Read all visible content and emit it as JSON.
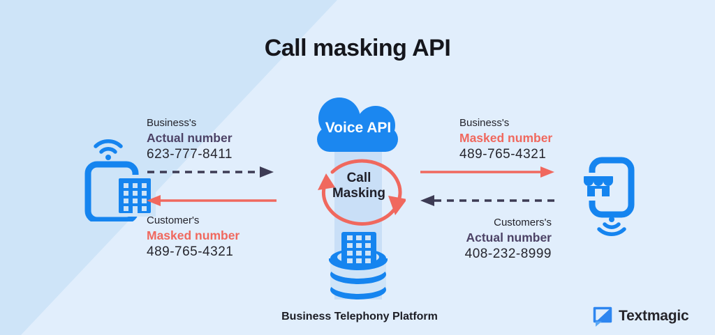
{
  "title": "Call masking API",
  "colors": {
    "blue": "#1584EF",
    "light_blue_column": "#C9DFF7",
    "salmon": "#F0685E",
    "navy_dashed": "#3D3B54",
    "dark_text": "#26262E",
    "purple_bold": "#4C4266",
    "background": "#CEE4F8",
    "background_light": "#E1EEFC"
  },
  "left_flow": {
    "top": {
      "owner": "Business's",
      "kind": "Actual number",
      "number": "623-777-8411"
    },
    "bottom": {
      "owner": "Customer's",
      "kind": "Masked number",
      "number": "489-765-4321"
    }
  },
  "right_flow": {
    "top": {
      "owner": "Business's",
      "kind": "Masked number",
      "number": "489-765-4321"
    },
    "bottom": {
      "owner": "Customers's",
      "kind": "Actual number",
      "number": "408-232-8999"
    }
  },
  "center": {
    "cloud_label": "Voice API",
    "masking_line1": "Call",
    "masking_line2": "Masking",
    "platform_label": "Business Telephony Platform"
  },
  "brand": {
    "name": "Textmagic"
  }
}
